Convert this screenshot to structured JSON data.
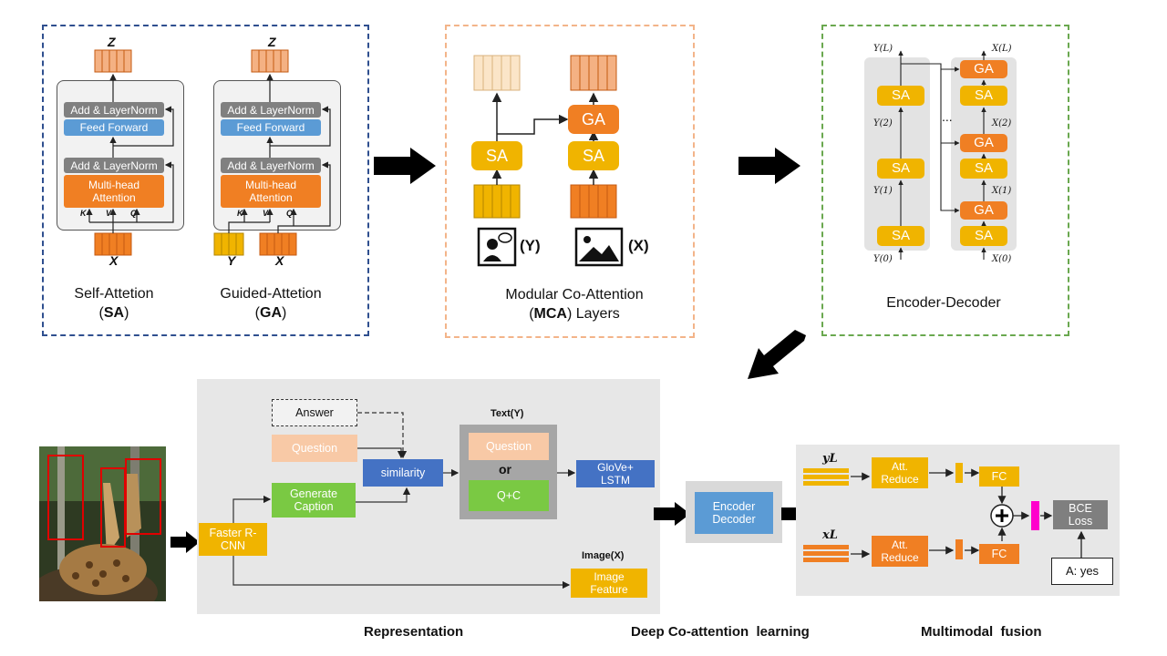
{
  "panel1": {
    "sa": {
      "top": "Z",
      "addnorm2": "Add & LayerNorm",
      "ff": "Feed Forward",
      "addnorm1": "Add & LayerNorm",
      "mha": "Multi-head Attention",
      "k": "K",
      "v": "V",
      "q": "Q",
      "input": "X"
    },
    "ga": {
      "top": "Z",
      "addnorm2": "Add & LayerNorm",
      "ff": "Feed Forward",
      "addnorm1": "Add & LayerNorm",
      "mha": "Multi-head Attention",
      "k": "K",
      "v": "V",
      "q": "Q",
      "input_y": "Y",
      "input_x": "X"
    },
    "sa_caption_line1": "Self-Attetion",
    "sa_caption_abbr": "SA",
    "ga_caption_line1": "Guided-Attetion",
    "ga_caption_abbr": "GA"
  },
  "panel2": {
    "sa_label": "SA",
    "sa2_label": "SA",
    "ga_label": "GA",
    "y_label": "(Y)",
    "x_label": "(X)",
    "caption_line1": "Modular Co-Attention",
    "caption_abbr": "MCA",
    "caption_rest": "Layers"
  },
  "panel3": {
    "left_blocks": [
      "SA",
      "SA",
      "SA"
    ],
    "right_blocks": [
      "GA",
      "SA",
      "GA",
      "SA",
      "GA",
      "SA"
    ],
    "y_labels": [
      "Y(L)",
      "Y(2)",
      "Y(1)",
      "Y(0)"
    ],
    "x_labels": [
      "X(L)",
      "X(2)",
      "X(1)",
      "X(0)"
    ],
    "ellipsis": "...",
    "caption": "Encoder-Decoder"
  },
  "pipeline": {
    "answer": "Answer",
    "question": "Question",
    "generate_caption": "Generate Caption",
    "similarity": "similarity",
    "text_title": "Text(Y)",
    "text_question": "Question",
    "or": "or",
    "q_plus_c": "Q+C",
    "glove": "GloVe+ LSTM",
    "faster_rcnn": "Faster R-CNN",
    "image_title": "Image(X)",
    "image_feature": "Image Feature",
    "encoder_decoder": "Encoder Decoder",
    "yl": "yL",
    "xl": "xL",
    "att_reduce_top": "Att. Reduce",
    "att_reduce_bottom": "Att. Reduce",
    "fc_top": "FC",
    "fc_bottom": "FC",
    "bce_loss": "BCE Loss",
    "answer_yes": "A: yes"
  },
  "sections": {
    "representation": "Representation",
    "deep_coattention": "Deep Co-attention  learning",
    "multimodal_fusion": "Multimodal  fusion"
  },
  "colors": {
    "orange_deep": "#f07f23",
    "orange_light": "#f8c9a6",
    "yellow": "#f0b400",
    "blue": "#4472c4",
    "green": "#7ac943",
    "gray_panel": "#e7e7e7",
    "magenta": "#ff00cc"
  }
}
